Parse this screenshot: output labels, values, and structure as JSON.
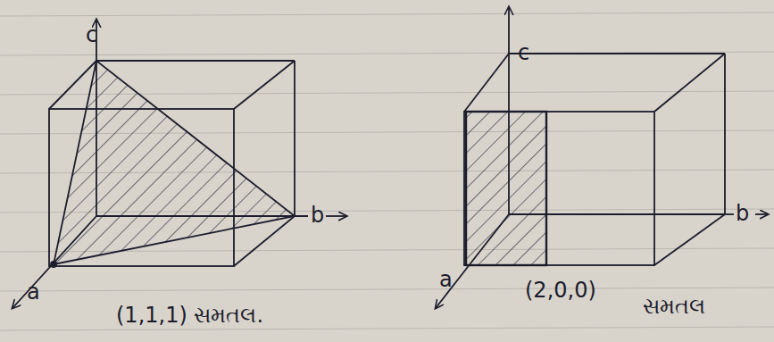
{
  "diagram": {
    "labels": [
      "c",
      "b",
      "a",
      "(1,1,1) સમતલ.",
      "c",
      "b",
      "a",
      "(2,0,0)",
      "સમતલ"
    ]
  }
}
